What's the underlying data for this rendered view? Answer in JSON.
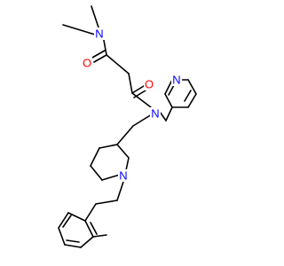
{
  "molecule": {
    "atoms": {
      "N_amide_top": {
        "label": "N",
        "color": "#0000ff"
      },
      "O_top": {
        "label": "O",
        "color": "#ff0000"
      },
      "O_mid": {
        "label": "O",
        "color": "#ff0000"
      },
      "N_amide_mid": {
        "label": "N",
        "color": "#0000ff"
      },
      "N_pyridine": {
        "label": "N",
        "color": "#0000ff"
      },
      "N_piperidine": {
        "label": "N",
        "color": "#0000ff"
      }
    },
    "bond_color": "#000000"
  }
}
